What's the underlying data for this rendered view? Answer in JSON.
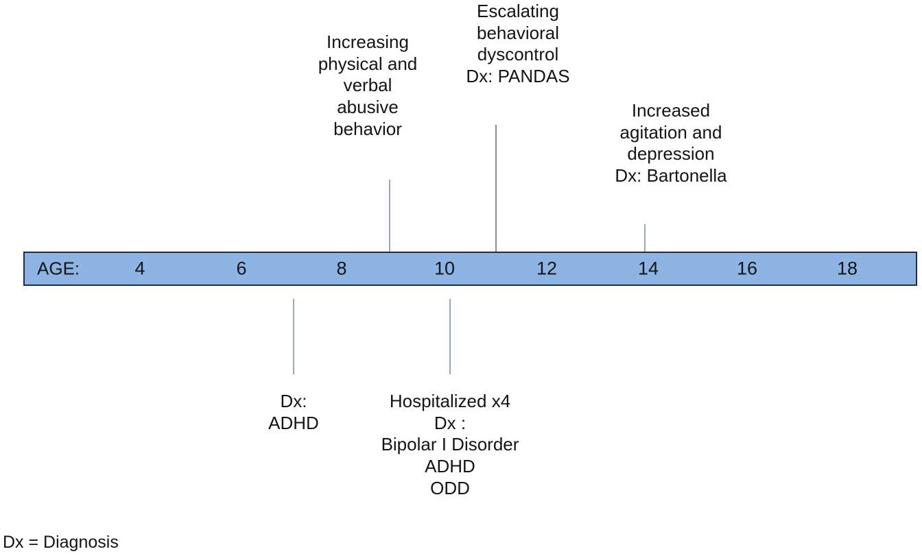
{
  "figure": {
    "type": "timeline",
    "title": "",
    "axis_label": "AGE:",
    "axis_ticks": [
      "4",
      "6",
      "8",
      "10",
      "12",
      "14",
      "16",
      "18"
    ],
    "footnote": "Dx = Diagnosis",
    "colors": {
      "bar_fill": "#8EB4E3",
      "bar_border": "#1F2B45",
      "connector": "#93A9C4",
      "connector_gray": "#8C8F94",
      "text": "#141414",
      "background": "#FFFFFF"
    }
  },
  "chart_data": {
    "type": "timeline",
    "xlabel": "AGE:",
    "xlim": [
      3,
      19
    ],
    "ticks": [
      4,
      6,
      8,
      10,
      12,
      14,
      16,
      18
    ],
    "events": [
      {
        "age": 9,
        "position": "above",
        "text": "Increasing\nphysical and\nverbal\nabusive\nbehavior",
        "diagnosis": ""
      },
      {
        "age": 11,
        "position": "above",
        "text": "Escalating\nbehavioral\ndyscontrol\nDx: PANDAS",
        "diagnosis": "PANDAS"
      },
      {
        "age": 14,
        "position": "above",
        "text": "Increased\nagitation and\ndepression\nDx: Bartonella",
        "diagnosis": "Bartonella"
      },
      {
        "age": 7,
        "position": "below",
        "text": "Dx:\nADHD",
        "diagnosis": "ADHD"
      },
      {
        "age": 10,
        "position": "below",
        "text": "Hospitalized x4\nDx :\nBipolar I Disorder\nADHD\nODD",
        "diagnosis": "Bipolar I Disorder; ADHD; ODD"
      }
    ]
  },
  "annotations": {
    "abusive_behavior": "Increasing\nphysical and\nverbal\nabusive\nbehavior",
    "pandas": "Escalating\nbehavioral\ndyscontrol\nDx: PANDAS",
    "bartonella": "Increased\nagitation and\ndepression\nDx: Bartonella",
    "adhd": "Dx:\nADHD",
    "hospitalized": "Hospitalized x4\nDx :\nBipolar I Disorder\nADHD\nODD"
  }
}
